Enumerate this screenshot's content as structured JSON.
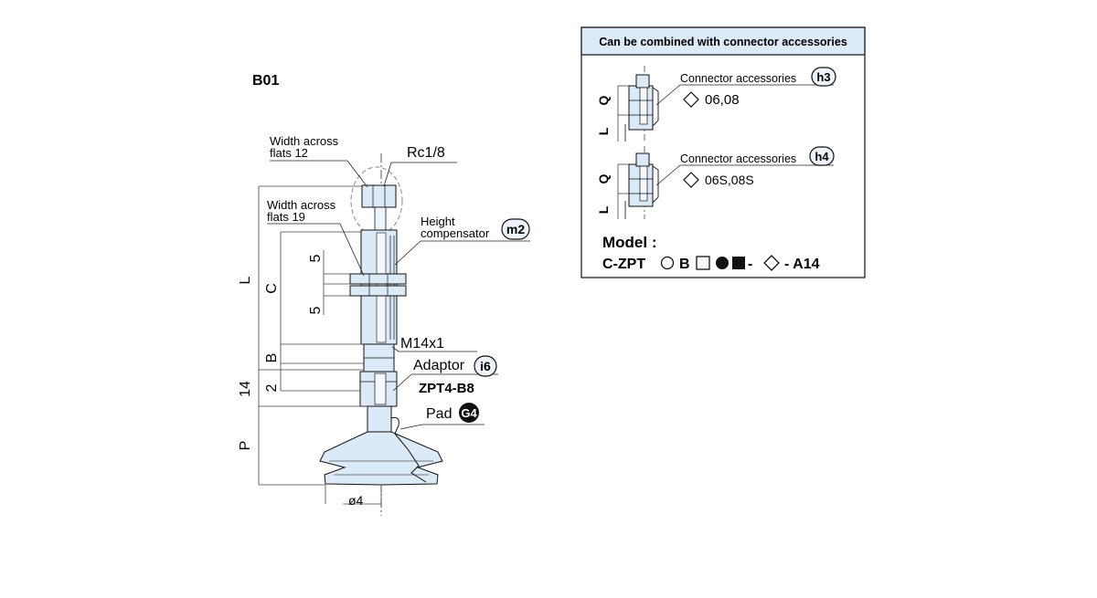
{
  "drawing": {
    "code": "B01",
    "labels": {
      "width_across_flats_12": [
        "Width across",
        "flats 12"
      ],
      "rc": "Rc1/8",
      "width_across_flats_19": [
        "Width across",
        "flats 19"
      ],
      "height_compensator": [
        "Height",
        "compensator"
      ],
      "m14": "M14x1",
      "adaptor": "Adaptor",
      "zpt": "ZPT4-B8",
      "pad": "Pad",
      "dia": "ø4"
    },
    "badges": {
      "m2": "m2",
      "i6": "i6",
      "g4": "G4"
    },
    "dims": {
      "L": "L",
      "C": "C",
      "B": "B",
      "fourteen": "14",
      "two": "2",
      "P": "P",
      "five_a": "5",
      "five_b": "5"
    }
  },
  "box": {
    "header": "Can be combined with connector accessories",
    "item1": {
      "title": "Connector accessories",
      "badge": "h3",
      "sizes": "06,08",
      "dim_q": "Q",
      "dim_l": "L"
    },
    "item2": {
      "title": "Connector accessories",
      "badge": "h4",
      "sizes": "06S,08S",
      "dim_q": "Q",
      "dim_l": "L"
    },
    "model_label": "Model :",
    "model_parts": {
      "prefix": "C-ZPT",
      "b": "B",
      "dash1": "-",
      "dash2": "- A14"
    }
  },
  "colors": {
    "part_fill": "#dce9f7",
    "part_stroke": "#111111",
    "box_header_bg": "#ddeaf7"
  }
}
